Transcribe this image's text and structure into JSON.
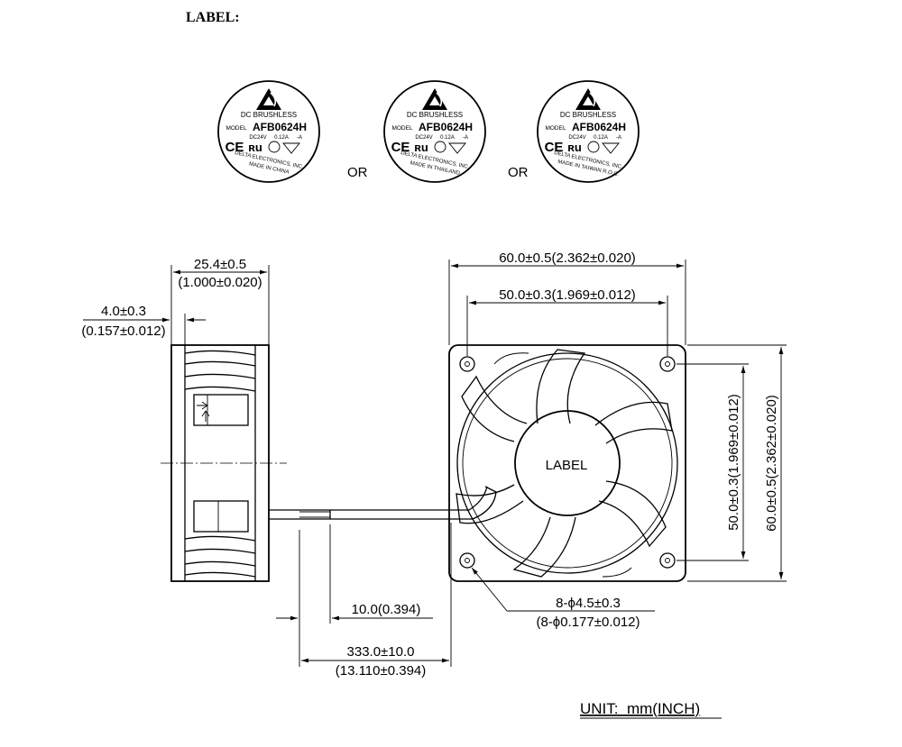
{
  "header": {
    "label_title": "LABEL:"
  },
  "labels": [
    {
      "brand_line": "DC BRUSHLESS",
      "model_prefix": "MODEL",
      "model": "AFB0624H",
      "rating_v": "DC24V",
      "rating_a": "0.12A",
      "suffix": "-A",
      "mark_ce": "CE",
      "mark_ul": "ʀu",
      "company": "DELTA ELECTRONICS, INC.",
      "origin": "MADE IN CHINA"
    },
    {
      "brand_line": "DC BRUSHLESS",
      "model_prefix": "MODEL",
      "model": "AFB0624H",
      "rating_v": "DC24V",
      "rating_a": "0.12A",
      "suffix": "-A",
      "mark_ce": "CE",
      "mark_ul": "ʀu",
      "company": "DELTA ELECTRONICS, INC.",
      "origin": "MADE IN THAILAND"
    },
    {
      "brand_line": "DC BRUSHLESS",
      "model_prefix": "MODEL",
      "model": "AFB0624H",
      "rating_v": "DC24V",
      "rating_a": "0.12A",
      "suffix": "-A",
      "mark_ce": "CE",
      "mark_ul": "ʀu",
      "company": "DELTA ELECTRONICS, INC.",
      "origin": "MADE IN TAIWAN R.O.C."
    }
  ],
  "separators": [
    "OR",
    "OR"
  ],
  "dimensions": {
    "depth": "25.4±0.5",
    "depth_in": "(1.000±0.020)",
    "flange": "4.0±0.3",
    "flange_in": "(0.157±0.012)",
    "width_outer": "60.0±0.5(2.362±0.020)",
    "width_hole": "50.0±0.3(1.969±0.012)",
    "height_hole": "50.0±0.3(1.969±0.012)",
    "height_outer": "60.0±0.5(2.362±0.020)",
    "hole": "8-ϕ4.5±0.3",
    "hole_in": "(8-ϕ0.177±0.012)",
    "strip": "10.0(0.394)",
    "lead": "333.0±10.0",
    "lead_in": "(13.110±0.394)"
  },
  "hub_label": "LABEL",
  "unit": "UNIT:  mm(INCH)"
}
